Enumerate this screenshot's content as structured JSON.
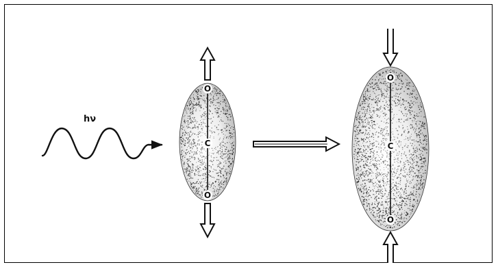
{
  "diagram": {
    "photon_label": "hν",
    "molecule_before": {
      "top_atom": "O",
      "center_atom": "C",
      "bottom_atom": "O"
    },
    "molecule_after": {
      "top_atom": "O",
      "center_atom": "C",
      "bottom_atom": "O"
    },
    "colors": {
      "line": "#111111",
      "stipple": "#2a2a2a",
      "background": "#ffffff"
    }
  }
}
